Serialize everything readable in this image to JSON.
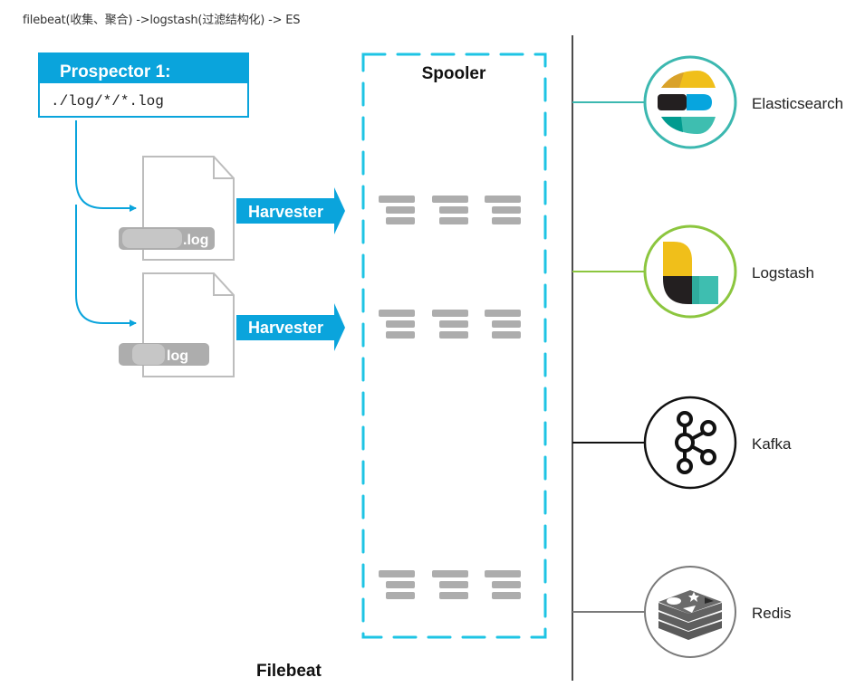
{
  "caption": "filebeat(收集、聚合) ->logstash(过滤结构化) -> ES",
  "colors": {
    "accent_blue": "#0aa4dc",
    "spooler_dash": "#1ec4e4",
    "doc_gray": "#bdbdbd",
    "event_gray": "#adadad",
    "elasticsearch_ring": "#3cb8b0",
    "logstash_ring": "#8cc63f",
    "kafka_ring": "#111111",
    "redis_ring": "#7a7a7a"
  },
  "prospector": {
    "title": "Prospector 1:",
    "path": "./log/*/*.log"
  },
  "files": [
    {
      "name": ".log",
      "harvester": "Harvester"
    },
    {
      "name": "log",
      "harvester": "Harvester"
    }
  ],
  "spooler": {
    "title": "Spooler",
    "event_groups": 3,
    "events_per_group": 3
  },
  "outputs": [
    {
      "name": "Elasticsearch",
      "icon": "elasticsearch-logo-icon"
    },
    {
      "name": "Logstash",
      "icon": "logstash-logo-icon"
    },
    {
      "name": "Kafka",
      "icon": "kafka-logo-icon"
    },
    {
      "name": "Redis",
      "icon": "redis-logo-icon"
    }
  ],
  "footer": {
    "title": "Filebeat"
  }
}
